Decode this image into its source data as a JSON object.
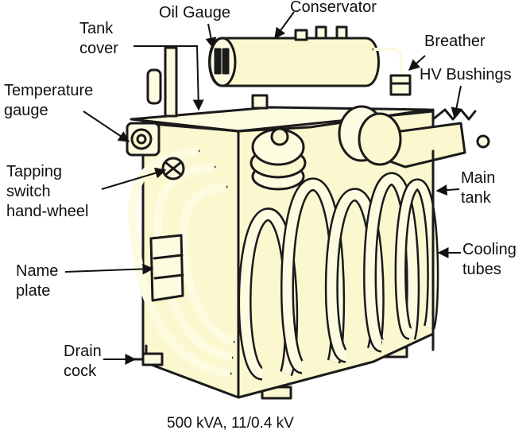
{
  "labels": {
    "oil_gauge": "Oil Gauge",
    "conservator": "Conservator",
    "tank_cover_1": "Tank",
    "tank_cover_2": "cover",
    "breather": "Breather",
    "hv_bushings": "HV Bushings",
    "temperature_gauge_1": "Temperature",
    "temperature_gauge_2": "gauge",
    "tapping_switch_1": "Tapping",
    "tapping_switch_2": "switch",
    "tapping_switch_3": "hand-wheel",
    "main_tank_1": "Main",
    "main_tank_2": "tank",
    "name_plate_1": "Name",
    "name_plate_2": "plate",
    "cooling_tubes_1": "Cooling",
    "cooling_tubes_2": "tubes",
    "drain_cock_1": "Drain",
    "drain_cock_2": "cock"
  },
  "caption": "500 kVA, 11/0.4 kV",
  "colors": {
    "body_fill": "#fbf8cf",
    "tube_fill": "#fdfbe0",
    "outline": "#1a1a1a",
    "background": "#ffffff"
  }
}
